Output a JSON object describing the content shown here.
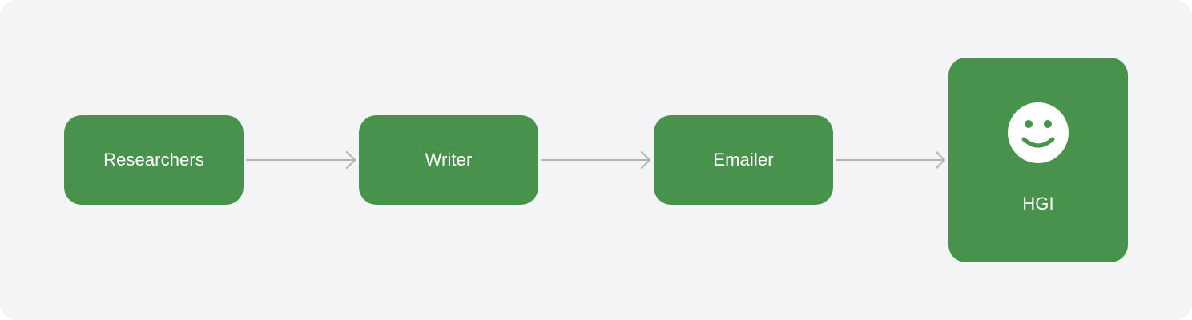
{
  "colors": {
    "background": "#f4f4f6",
    "node_fill": "#47934c",
    "node_text": "#ffffff",
    "arrow": "#b3b3b3"
  },
  "nodes": [
    {
      "id": "researchers",
      "label": "Researchers"
    },
    {
      "id": "writer",
      "label": "Writer"
    },
    {
      "id": "emailer",
      "label": "Emailer"
    },
    {
      "id": "hgi",
      "label": "HGI",
      "icon": "smiley-face-icon"
    }
  ],
  "edges": [
    {
      "from": "researchers",
      "to": "writer"
    },
    {
      "from": "writer",
      "to": "emailer"
    },
    {
      "from": "emailer",
      "to": "hgi"
    }
  ]
}
